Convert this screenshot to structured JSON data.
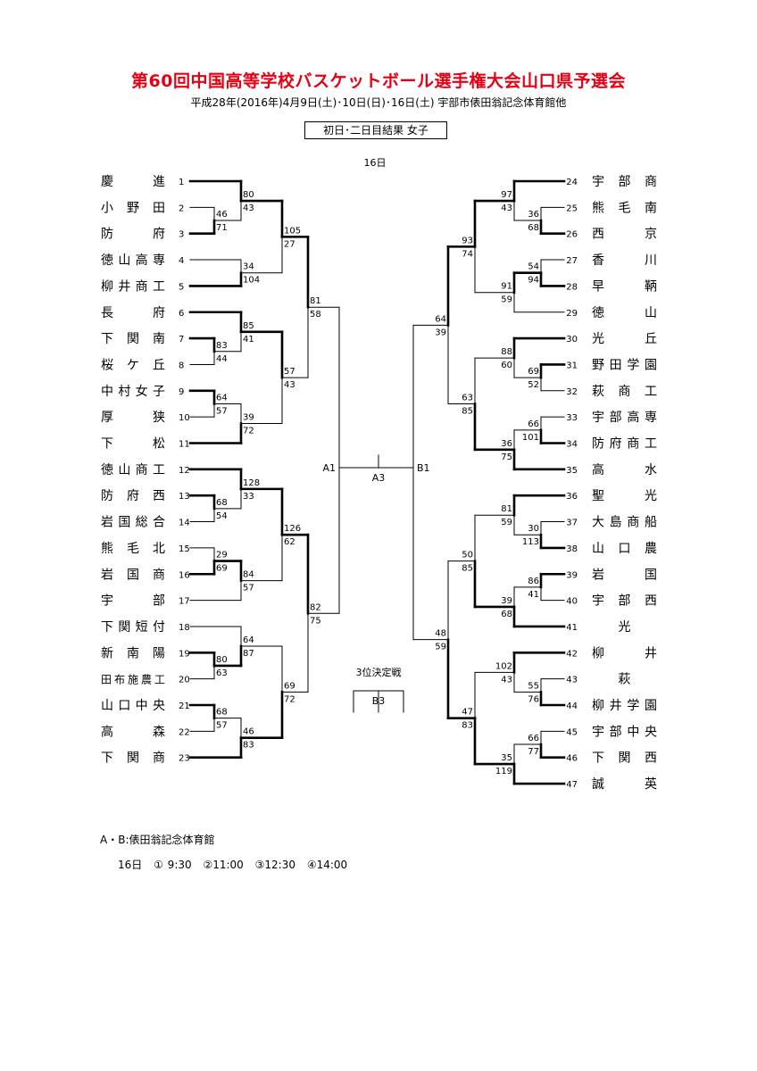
{
  "header": {
    "title": "第60回中国高等学校バスケットボール選手権大会山口県予選会",
    "subtitle": "平成28年(2016年)4月9日(土)･10日(日)･16日(土)  宇部市俵田翁記念体育館他",
    "result_label": "初日･二日目結果  女子",
    "day_label": "16日"
  },
  "left_teams": [
    {
      "num": "1",
      "name": "慶 進"
    },
    {
      "num": "2",
      "name": "小野田"
    },
    {
      "num": "3",
      "name": "防 府"
    },
    {
      "num": "4",
      "name": "徳山高専"
    },
    {
      "num": "5",
      "name": "柳井商工"
    },
    {
      "num": "6",
      "name": "長 府"
    },
    {
      "num": "7",
      "name": "下関南"
    },
    {
      "num": "8",
      "name": "桜ケ丘"
    },
    {
      "num": "9",
      "name": "中村女子"
    },
    {
      "num": "10",
      "name": "厚 狭"
    },
    {
      "num": "11",
      "name": "下 松"
    },
    {
      "num": "12",
      "name": "徳山商工"
    },
    {
      "num": "13",
      "name": "防府西"
    },
    {
      "num": "14",
      "name": "岩国総合"
    },
    {
      "num": "15",
      "name": "熊毛北"
    },
    {
      "num": "16",
      "name": "岩国商"
    },
    {
      "num": "17",
      "name": "宇 部"
    },
    {
      "num": "18",
      "name": "下関短付"
    },
    {
      "num": "19",
      "name": "新南陽"
    },
    {
      "num": "20",
      "name": "田布施農工"
    },
    {
      "num": "21",
      "name": "山口中央"
    },
    {
      "num": "22",
      "name": "高 森"
    },
    {
      "num": "23",
      "name": "下関商"
    }
  ],
  "right_teams": [
    {
      "num": "24",
      "name": "宇部商"
    },
    {
      "num": "25",
      "name": "熊毛南"
    },
    {
      "num": "26",
      "name": "西 京"
    },
    {
      "num": "27",
      "name": "香 川"
    },
    {
      "num": "28",
      "name": "早 鞆"
    },
    {
      "num": "29",
      "name": "徳 山"
    },
    {
      "num": "30",
      "name": "光 丘"
    },
    {
      "num": "31",
      "name": "野田学園"
    },
    {
      "num": "32",
      "name": "萩商工"
    },
    {
      "num": "33",
      "name": "宇部高専"
    },
    {
      "num": "34",
      "name": "防府商工"
    },
    {
      "num": "35",
      "name": "高 水"
    },
    {
      "num": "36",
      "name": "聖 光"
    },
    {
      "num": "37",
      "name": "大島商船"
    },
    {
      "num": "38",
      "name": "山口農"
    },
    {
      "num": "39",
      "name": "岩 国"
    },
    {
      "num": "40",
      "name": "宇部西"
    },
    {
      "num": "41",
      "name": "光"
    },
    {
      "num": "42",
      "name": "柳 井"
    },
    {
      "num": "43",
      "name": "萩"
    },
    {
      "num": "44",
      "name": "柳井学園"
    },
    {
      "num": "45",
      "name": "宇部中央"
    },
    {
      "num": "46",
      "name": "下関西"
    },
    {
      "num": "47",
      "name": "誠 英"
    }
  ],
  "left_matches": [
    {
      "a": 1,
      "b": "2-3",
      "sa": "80",
      "sb": "43",
      "winner": "a"
    },
    {
      "a": 2,
      "b": 3,
      "sa": "46",
      "sb": "71",
      "winner": "b"
    },
    {
      "a": 4,
      "b": 5,
      "sa": "34",
      "sb": "104",
      "winner": "b"
    },
    {
      "a": "1-3",
      "b": "4-5",
      "sa": "105",
      "sb": "27",
      "winner": "a"
    },
    {
      "a": 6,
      "b": "7-8",
      "sa": "85",
      "sb": "41",
      "winner": "a"
    },
    {
      "a": 7,
      "b": 8,
      "sa": "83",
      "sb": "44",
      "winner": "a"
    },
    {
      "a": 9,
      "b": 10,
      "sa": "64",
      "sb": "57",
      "winner": "a"
    },
    {
      "a": "9-10",
      "b": 11,
      "sa": "39",
      "sb": "72",
      "winner": "b"
    },
    {
      "a": "6-8",
      "b": "9-11",
      "sa": "57",
      "sb": "43",
      "winner": "a"
    },
    {
      "a": "1-5",
      "b": "6-11",
      "sa": "81",
      "sb": "58",
      "winner": "a"
    },
    {
      "a": 12,
      "b": "13-14",
      "sa": "128",
      "sb": "33",
      "winner": "a"
    },
    {
      "a": 13,
      "b": 14,
      "sa": "68",
      "sb": "54",
      "winner": "a"
    },
    {
      "a": 15,
      "b": 16,
      "sa": "29",
      "sb": "69",
      "winner": "b"
    },
    {
      "a": "15-16",
      "b": 17,
      "sa": "84",
      "sb": "57",
      "winner": "a"
    },
    {
      "a": "12-14",
      "b": "15-17",
      "sa": "126",
      "sb": "62",
      "winner": "a"
    },
    {
      "a": 18,
      "b": "19-20",
      "sa": "64",
      "sb": "87",
      "winner": "b"
    },
    {
      "a": 19,
      "b": 20,
      "sa": "80",
      "sb": "63",
      "winner": "a"
    },
    {
      "a": 21,
      "b": 22,
      "sa": "68",
      "sb": "57",
      "winner": "a"
    },
    {
      "a": "21-22",
      "b": 23,
      "sa": "46",
      "sb": "83",
      "winner": "b"
    },
    {
      "a": "18-20",
      "b": "21-23",
      "sa": "69",
      "sb": "72",
      "winner": "b"
    },
    {
      "a": "12-17",
      "b": "18-23",
      "sa": "82",
      "sb": "75",
      "winner": "a"
    }
  ],
  "right_matches": [
    {
      "a": 24,
      "b": "25-26",
      "sa": "97",
      "sb": "43",
      "winner": "a"
    },
    {
      "a": 25,
      "b": 26,
      "sa": "36",
      "sb": "68",
      "winner": "b"
    },
    {
      "a": 27,
      "b": 28,
      "sa": "54",
      "sb": "94",
      "winner": "b"
    },
    {
      "a": "27-28",
      "b": 29,
      "sa": "91",
      "sb": "59",
      "winner": "a"
    },
    {
      "a": "24-26",
      "b": "27-29",
      "sa": "93",
      "sb": "74",
      "winner": "a"
    },
    {
      "a": 30,
      "b": "31-32",
      "sa": "88",
      "sb": "60",
      "winner": "a"
    },
    {
      "a": 31,
      "b": 32,
      "sa": "69",
      "sb": "52",
      "winner": "a"
    },
    {
      "a": 33,
      "b": 34,
      "sa": "66",
      "sb": "101",
      "winner": "b"
    },
    {
      "a": "33-34",
      "b": 35,
      "sa": "36",
      "sb": "75",
      "winner": "b"
    },
    {
      "a": "30-32",
      "b": "33-35",
      "sa": "63",
      "sb": "85",
      "winner": "b"
    },
    {
      "a": "24-29",
      "b": "30-35",
      "sa": "64",
      "sb": "39",
      "winner": "a"
    },
    {
      "a": 36,
      "b": "37-38",
      "sa": "81",
      "sb": "59",
      "winner": "a"
    },
    {
      "a": 37,
      "b": 38,
      "sa": "30",
      "sb": "113",
      "winner": "b"
    },
    {
      "a": 39,
      "b": 40,
      "sa": "86",
      "sb": "41",
      "winner": "a"
    },
    {
      "a": "39-40",
      "b": 41,
      "sa": "39",
      "sb": "68",
      "winner": "b"
    },
    {
      "a": "36-38",
      "b": "39-41",
      "sa": "50",
      "sb": "85",
      "winner": "b"
    },
    {
      "a": 42,
      "b": "43-44",
      "sa": "102",
      "sb": "43",
      "winner": "a"
    },
    {
      "a": 43,
      "b": 44,
      "sa": "55",
      "sb": "76",
      "winner": "b"
    },
    {
      "a": 45,
      "b": 46,
      "sa": "66",
      "sb": "77",
      "winner": "b"
    },
    {
      "a": "45-46",
      "b": 47,
      "sa": "35",
      "sb": "119",
      "winner": "b"
    },
    {
      "a": "42-44",
      "b": "45-47",
      "sa": "47",
      "sb": "83",
      "winner": "b"
    },
    {
      "a": "36-41",
      "b": "42-47",
      "sa": "48",
      "sb": "59",
      "winner": "b"
    }
  ],
  "finals": {
    "semi_left": "A1",
    "final": "A3",
    "semi_right": "B1",
    "third_place_label": "3位決定戦",
    "third_place": "B3"
  },
  "footer": {
    "venue_note": "A・B:俵田翁記念体育館",
    "schedule_day": "16日",
    "times": [
      "① 9:30",
      "②11:00",
      "③12:30",
      "④14:00"
    ]
  }
}
